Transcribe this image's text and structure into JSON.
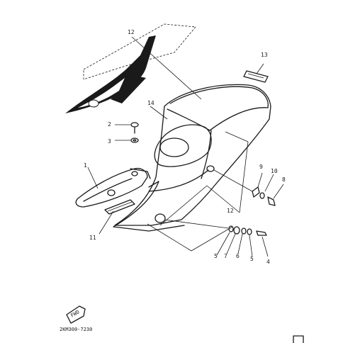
{
  "diagram": {
    "part_code": "2KM300-7230",
    "fwd_label": "FWD",
    "callouts": [
      {
        "id": "c12a",
        "label": "12"
      },
      {
        "id": "c13",
        "label": "13"
      },
      {
        "id": "c14",
        "label": "14"
      },
      {
        "id": "c2",
        "label": "2"
      },
      {
        "id": "c3",
        "label": "3"
      },
      {
        "id": "c1",
        "label": "1"
      },
      {
        "id": "c9",
        "label": "9"
      },
      {
        "id": "c10",
        "label": "10"
      },
      {
        "id": "c8",
        "label": "8"
      },
      {
        "id": "c12b",
        "label": "12"
      },
      {
        "id": "c11",
        "label": "11"
      },
      {
        "id": "c5a",
        "label": "5"
      },
      {
        "id": "c7",
        "label": "7"
      },
      {
        "id": "c6",
        "label": "6"
      },
      {
        "id": "c5b",
        "label": "5"
      },
      {
        "id": "c4",
        "label": "4"
      }
    ]
  }
}
